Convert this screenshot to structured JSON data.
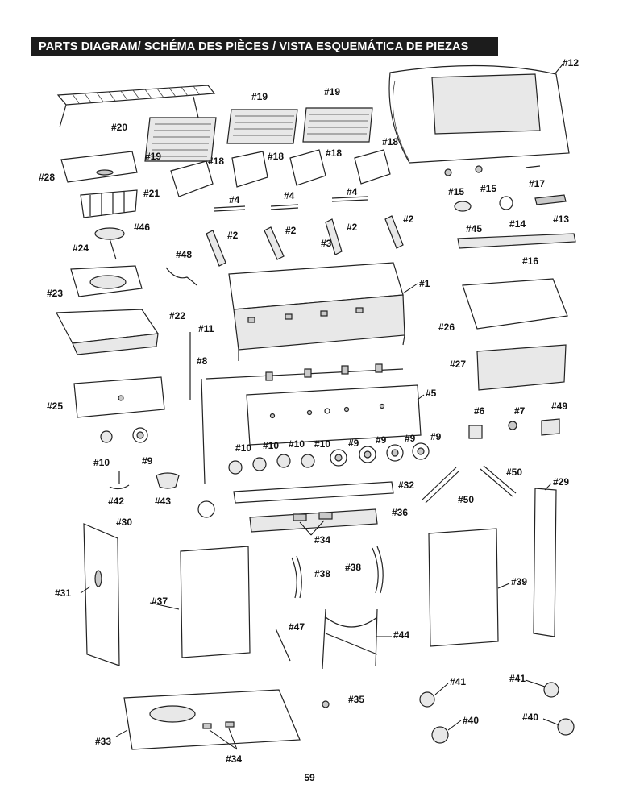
{
  "header": {
    "title": "PARTS DIAGRAM/ SCHÉMA DES PIÈCES / VISTA ESQUEMÁTICA DE PIEZAS"
  },
  "parts": [
    "#1",
    "#2",
    "#3",
    "#4",
    "#5",
    "#6",
    "#7",
    "#8",
    "#9",
    "#10",
    "#11",
    "#12",
    "#13",
    "#14",
    "#15",
    "#16",
    "#17",
    "#18",
    "#19",
    "#20",
    "#21",
    "#22",
    "#23",
    "#24",
    "#25",
    "#26",
    "#27",
    "#28",
    "#29",
    "#30",
    "#31",
    "#32",
    "#33",
    "#34",
    "#35",
    "#36",
    "#37",
    "#38",
    "#39",
    "#40",
    "#41",
    "#42",
    "#43",
    "#44",
    "#45",
    "#46",
    "#47",
    "#48",
    "#49",
    "#50"
  ],
  "page_number": "59"
}
